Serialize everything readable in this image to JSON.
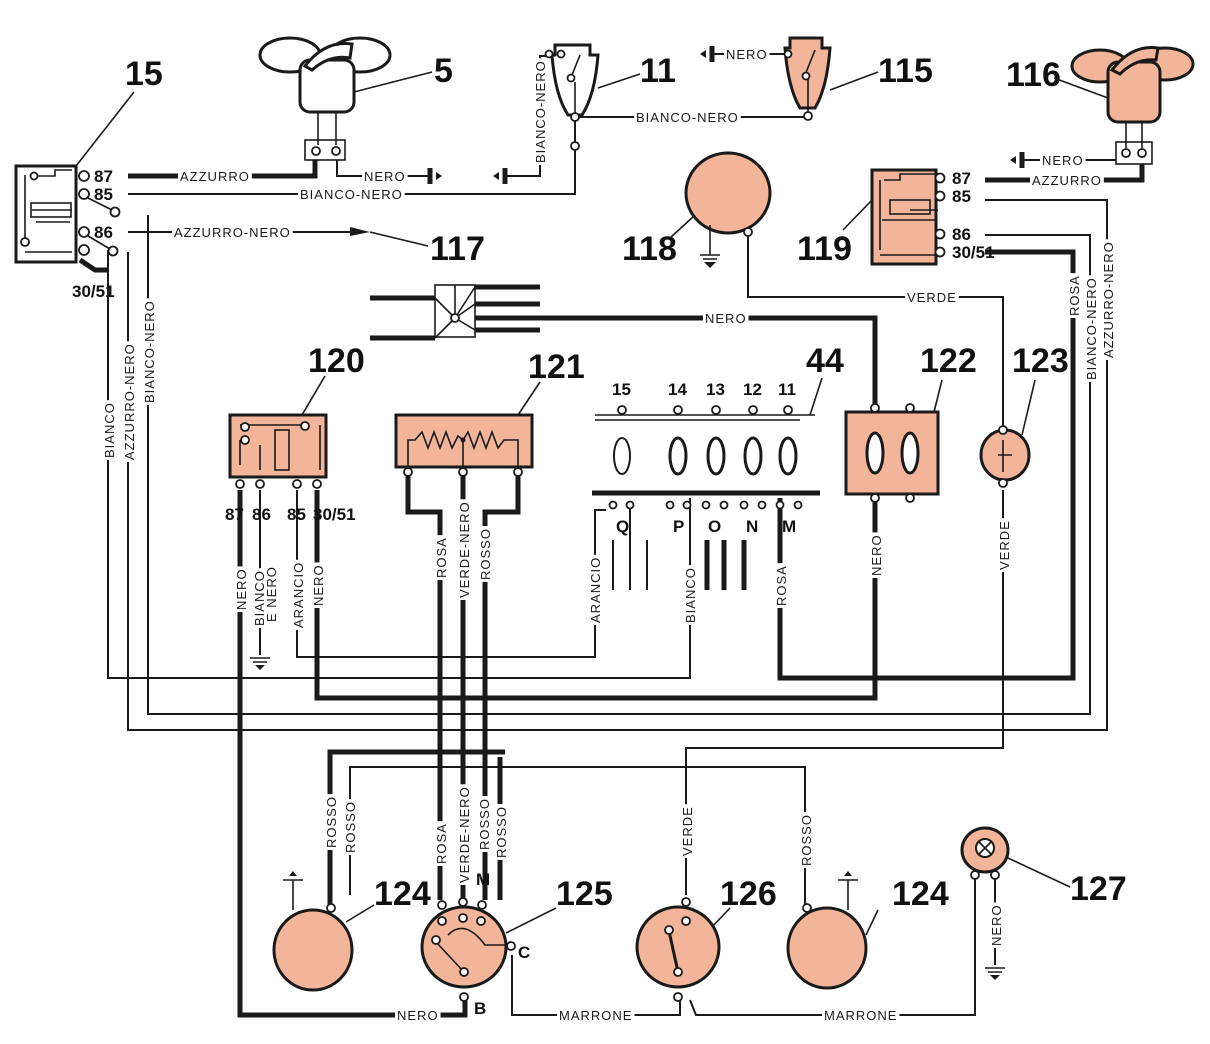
{
  "diagram": {
    "type": "automotive wiring diagram",
    "background": "#ffffff",
    "component_fill": "#f2b59a",
    "line_color": "#1a1a1a"
  },
  "components": {
    "c15": {
      "number": "15",
      "pins": [
        "87",
        "85",
        "86",
        "30/51"
      ]
    },
    "c5": {
      "number": "5"
    },
    "c11": {
      "number": "11"
    },
    "c115": {
      "number": "115"
    },
    "c116": {
      "number": "116"
    },
    "c117": {
      "number": "117"
    },
    "c118": {
      "number": "118"
    },
    "c119": {
      "number": "119",
      "pins": [
        "87",
        "85",
        "86",
        "30/51"
      ]
    },
    "c120": {
      "number": "120",
      "pins": [
        "87",
        "86",
        "85",
        "30/51"
      ]
    },
    "c121": {
      "number": "121"
    },
    "c44": {
      "number": "44",
      "fuse_numbers": [
        "15",
        "14",
        "13",
        "12",
        "11"
      ],
      "group_letters": [
        "Q",
        "P",
        "O",
        "N",
        "M"
      ]
    },
    "c122": {
      "number": "122"
    },
    "c123": {
      "number": "123"
    },
    "c124a": {
      "number": "124"
    },
    "c124b": {
      "number": "124"
    },
    "c125": {
      "number": "125",
      "pins": [
        "M",
        "C",
        "B"
      ]
    },
    "c126": {
      "number": "126"
    },
    "c127": {
      "number": "127"
    }
  },
  "wires": {
    "w15_87": "AZZURRO",
    "w5_nero": "NERO",
    "w15_85": "BIANCO-NERO",
    "w15_86": "AZZURRO-NERO",
    "w11_left": "BIANCO-NERO",
    "w11_115": "BIANCO-NERO",
    "w115_nero": "NERO",
    "w116_nero": "NERO",
    "w119_87": "AZZURRO",
    "w_main_nero": "NERO",
    "w118_verde": "VERDE",
    "w15_bianco": "BIANCO",
    "w15_azzurro_nero": "AZZURRO-NERO",
    "w15_bianco_nero": "BIANCO-NERO",
    "w119_rosa": "ROSA",
    "w119_bianco_nero": "BIANCO-NERO",
    "w119_azzurro_nero": "AZZURRO-NERO",
    "w120_87": "NERO",
    "w120_86a": "BIANCO",
    "w120_86b": "E NERO",
    "w120_85": "ARANCIO",
    "w120_30": "NERO",
    "w121_rosa": "ROSA",
    "w121_verde_nero": "VERDE-NERO",
    "w121_rosso": "ROSSO",
    "w44_arancio": "ARANCIO",
    "w44_bianco": "BIANCO",
    "w44_rosa": "ROSA",
    "w122_nero": "NERO",
    "w123_verde": "VERDE",
    "w124a_rosso1": "ROSSO",
    "w124a_rosso2": "ROSSO",
    "w125_rosa": "ROSA",
    "w125_verde_nero": "VERDE-NERO",
    "w125_rosso1": "ROSSO",
    "w125_rosso2": "ROSSO",
    "w126_verde": "VERDE",
    "w124b_rosso": "ROSSO",
    "w127_nero": "NERO",
    "w125_b_nero": "NERO",
    "w125_c_marrone": "MARRONE",
    "w126_marrone": "MARRONE"
  }
}
